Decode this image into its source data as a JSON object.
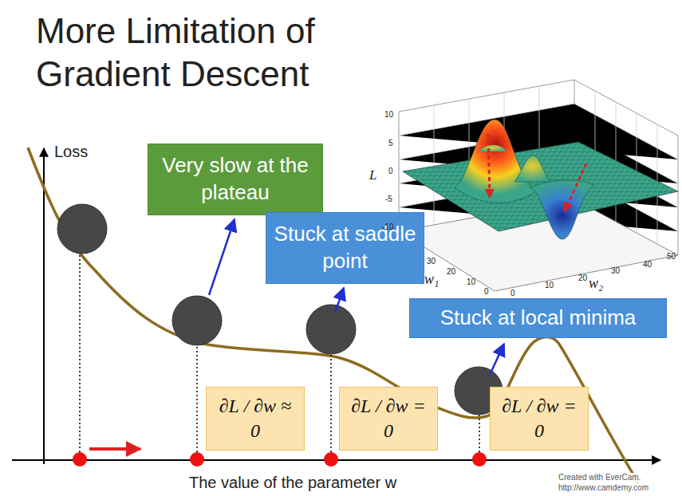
{
  "diagram": {
    "title": "More Limitation of Gradient Descent",
    "nodes": [
      {
        "text": [
          "Very slow at the plateau"
        ]
      },
      {
        "text": [
          "Stuck at saddle point"
        ]
      },
      {
        "text": [
          "Stuck at local minima"
        ]
      },
      {
        "text": [
          "∂L / ∂w ≈ 0"
        ]
      },
      {
        "text": [
          "∂L / ∂w = 0"
        ]
      },
      {
        "text": [
          "∂L / ∂w = 0"
        ]
      }
    ],
    "labels": [
      "Loss",
      "The value of the parameter w",
      "L",
      "10",
      "5",
      "0",
      "-5",
      "-10",
      "30",
      "20",
      "10",
      "0",
      "w₁",
      "0",
      "10",
      "20",
      "30",
      "40",
      "50",
      "w₂",
      "Created with EverCam.",
      "http://www.camdemy.com"
    ]
  }
}
